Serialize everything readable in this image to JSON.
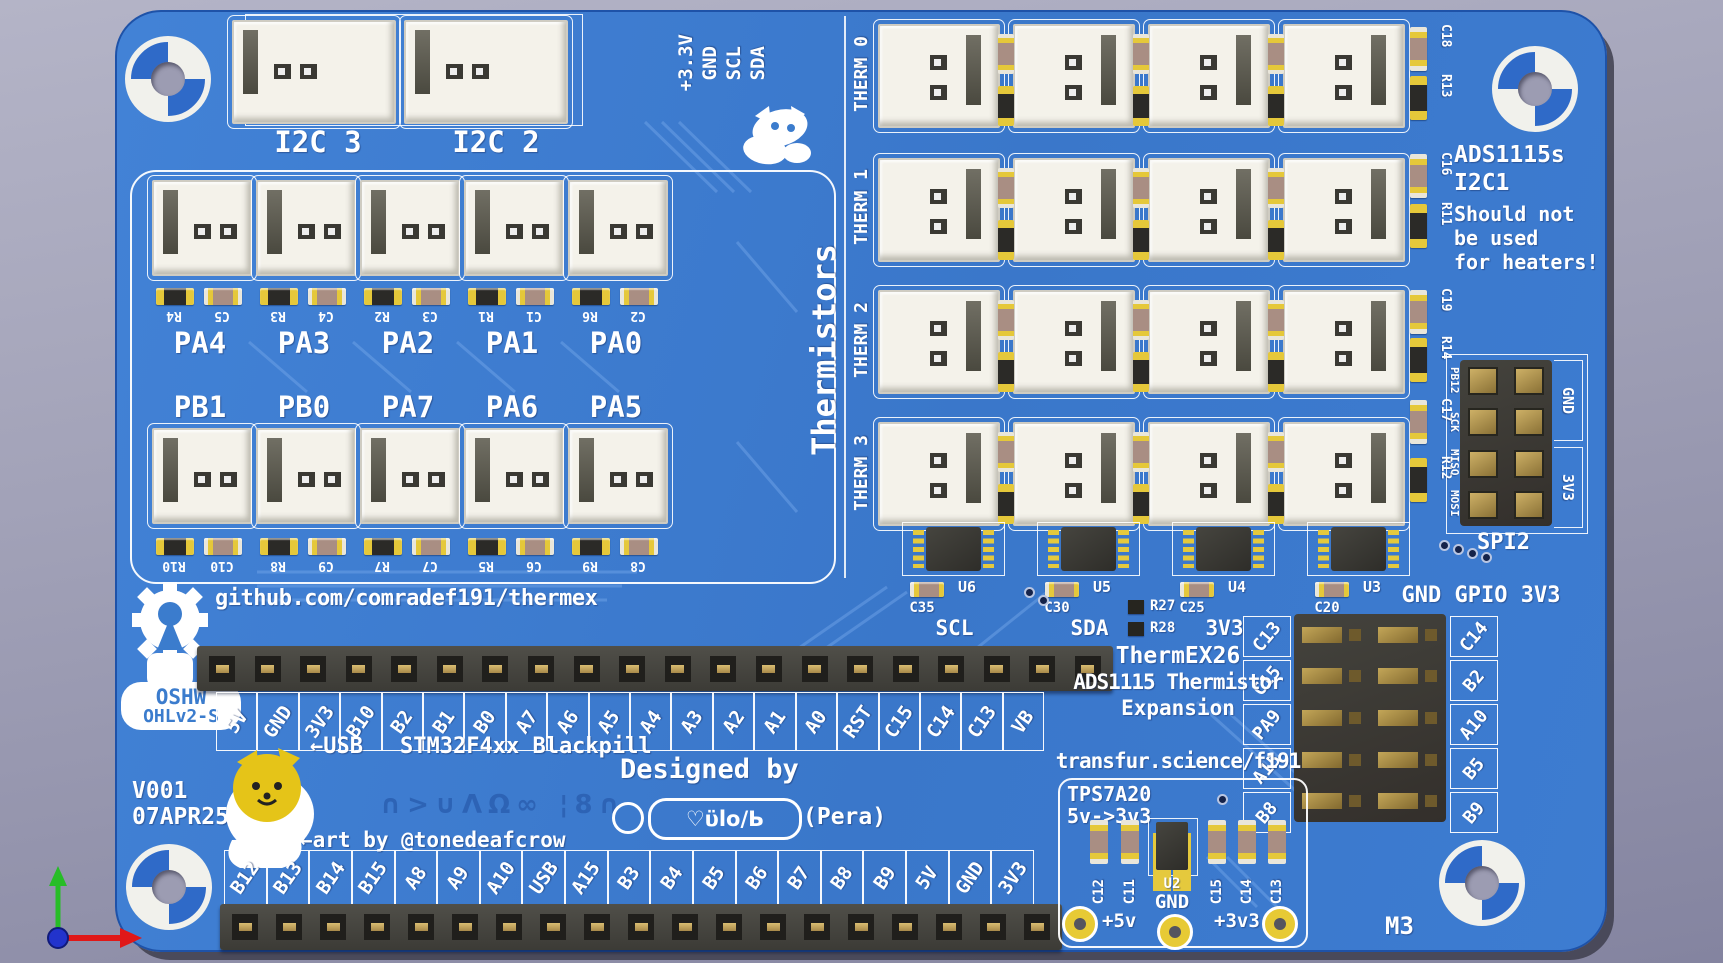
{
  "colors": {
    "board": "#3b7ccd",
    "silkscreen": "#ffffff",
    "background_top": "#b4b4c7",
    "background_bottom": "#8484a0",
    "pad_gold": "#c4a75a",
    "trace_blue": "#6fa3e8",
    "art_yellow": "#e5c418"
  },
  "i2c": {
    "labels": [
      "I2C 3",
      "I2C 2"
    ],
    "pins": [
      "+3.3V",
      "GND",
      "SCL",
      "SDA"
    ]
  },
  "thermistors": {
    "title": "Thermistors",
    "row1": [
      {
        "label": "PA4",
        "res": "R4",
        "cap": "C5"
      },
      {
        "label": "PA3",
        "res": "R3",
        "cap": "C4"
      },
      {
        "label": "PA2",
        "res": "R2",
        "cap": "C3"
      },
      {
        "label": "PA1",
        "res": "R1",
        "cap": "C1"
      },
      {
        "label": "PA0",
        "res": "R6",
        "cap": "C2"
      }
    ],
    "row2": [
      {
        "label": "PB1",
        "res": "R10",
        "cap": "C10"
      },
      {
        "label": "PB0",
        "res": "R8",
        "cap": "C9"
      },
      {
        "label": "PA7",
        "res": "R7",
        "cap": "C7"
      },
      {
        "label": "PA6",
        "res": "R5",
        "cap": "C6"
      },
      {
        "label": "PA5",
        "res": "R9",
        "cap": "C8"
      }
    ]
  },
  "grid": {
    "rows": [
      "THERM 0",
      "THERM 1",
      "THERM 2",
      "THERM 3"
    ],
    "edge": [
      {
        "cap": "C18",
        "res": "R13"
      },
      {
        "cap": "C16",
        "res": "R11"
      },
      {
        "cap": "C19",
        "res": "R14"
      },
      {
        "cap": "C17",
        "res": "R12"
      }
    ]
  },
  "ads": {
    "title": "ADS1115s",
    "bus": "I2C1",
    "warn1": "Should not",
    "warn2": "be used",
    "warn3": "for heaters!",
    "chips": [
      {
        "u": "U6",
        "cap": "C35",
        "net": "SCL"
      },
      {
        "u": "U5",
        "cap": "C30",
        "net": "SDA"
      },
      {
        "u": "U4",
        "cap": "C25",
        "net": "3V3"
      },
      {
        "u": "U3",
        "cap": "C20",
        "net": "GND"
      }
    ],
    "r27": "R27",
    "r28": "R28"
  },
  "spi2": {
    "title": "SPI2",
    "signals": [
      "PB12",
      "SCK",
      "MISO",
      "MOSI"
    ],
    "power": [
      "GND",
      "3V3"
    ]
  },
  "gpio": {
    "title": "GND GPIO 3V3",
    "left": [
      "C13",
      "C15",
      "PA9",
      "A15",
      "B8"
    ],
    "right": [
      "C14",
      "B2",
      "A10",
      "B5",
      "B9"
    ]
  },
  "mcu": {
    "url": "github.com/comradef191/thermex",
    "top": [
      "5V",
      "GND",
      "3V3",
      "B10",
      "B2",
      "B1",
      "B0",
      "A7",
      "A6",
      "A5",
      "A4",
      "A3",
      "A2",
      "A1",
      "A0",
      "RST",
      "C15",
      "C14",
      "C13",
      "VB"
    ],
    "usb": "←USB",
    "name": "STM32F4xx Blackpill",
    "bottom": [
      "B12",
      "B13",
      "B14",
      "B15",
      "A8",
      "A9",
      "A10",
      "USB",
      "A15",
      "B3",
      "B4",
      "B5",
      "B6",
      "B7",
      "B8",
      "B9",
      "5V",
      "GND",
      "3V3"
    ]
  },
  "oshw": {
    "line1": "OSHW",
    "line2": "OHLv2-S"
  },
  "version": {
    "line1": "V001",
    "line2": "07APR25"
  },
  "credits": {
    "designed": "Designed by",
    "name": "♡ϋlo/Ь",
    "suffix": "(Pera)",
    "art": "←art by @tonedeafcrow",
    "glyphs": "∩>∪ΛΩ∞ ¦8∩"
  },
  "thermex_block": {
    "line1": "ThermEX26",
    "line2": "ADS1115 Thermistor",
    "line3": "Expansion",
    "url": "transfur.science/f191"
  },
  "tps": {
    "title": "TPS7A20",
    "sub": "5v->3v3",
    "caps": [
      "C12",
      "C11"
    ],
    "reg": "U2",
    "gnd": "GND",
    "caps2": [
      "C15",
      "C14",
      "C13"
    ],
    "tp5": "+5v",
    "tp3": "+3v3"
  },
  "mount": {
    "m3": "M3"
  }
}
